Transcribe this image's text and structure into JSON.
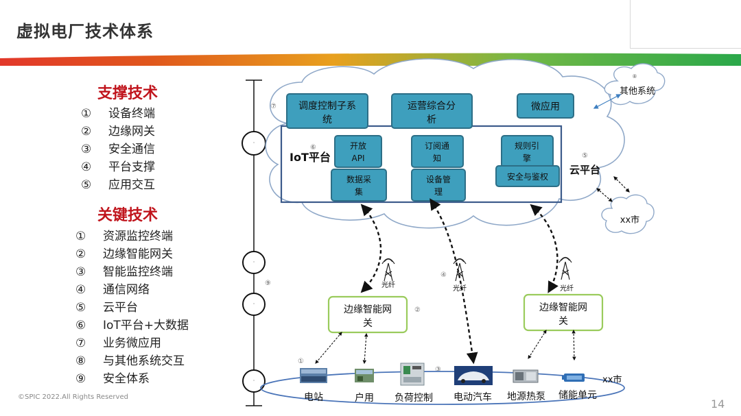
{
  "slide": {
    "title": "虚拟电厂技术体系",
    "footer": "©SPIC 2022.All Rights Reserved",
    "page_number": "14"
  },
  "support": {
    "heading": "支撑技术",
    "items": [
      {
        "num": "①",
        "label": "设备终端"
      },
      {
        "num": "②",
        "label": "边缘网关"
      },
      {
        "num": "③",
        "label": "安全通信"
      },
      {
        "num": "④",
        "label": "平台支撑"
      },
      {
        "num": "⑤",
        "label": "应用交互"
      }
    ]
  },
  "key": {
    "heading": "关键技术",
    "items": [
      {
        "num": "①",
        "label": "资源监控终端"
      },
      {
        "num": "②",
        "label": "边缘智能网关"
      },
      {
        "num": "③",
        "label": "智能监控终端"
      },
      {
        "num": "④",
        "label": "通信网络"
      },
      {
        "num": "⑤",
        "label": "云平台"
      },
      {
        "num": "⑥",
        "label": "IoT平台+大数据"
      },
      {
        "num": "⑦",
        "label": "业务微应用"
      },
      {
        "num": "⑧",
        "label": "与其他系统交互"
      },
      {
        "num": "⑨",
        "label": "安全体系"
      }
    ]
  },
  "diagram": {
    "markers": {
      "m7": "⑦",
      "m6": "⑥",
      "m5": "⑤",
      "m8": "⑧",
      "m9": "⑨",
      "m4": "④",
      "m2": "②",
      "m1": "①",
      "m3": "③"
    },
    "axis_dot": "·",
    "apps": {
      "dispatch_l1": "调度控制子系",
      "dispatch_l2": "统",
      "ops_l1": "运营综合分",
      "ops_l2": "析",
      "micro": "微应用"
    },
    "iot_label": "IoT平台",
    "cloud_label": "云平台",
    "iot": {
      "open_api_l1": "开放",
      "open_api_l2": "API",
      "subscribe_l1": "订阅通",
      "subscribe_l2": "知",
      "rules_l1": "规则引",
      "rules_l2": "擎",
      "data_l1": "数据采",
      "data_l2": "集",
      "device_l1": "设备管",
      "device_l2": "理",
      "security": "安全与鉴权"
    },
    "other_systems": "其他系统",
    "xx_city_cloud": "xx市",
    "fiber": "光纤",
    "gateway_l1": "边缘智能网",
    "gateway_l2": "关",
    "xx_city_ground": "xx市",
    "endpoints": [
      "电站",
      "户用",
      "负荷控制",
      "电动汽车",
      "地源热泵",
      "储能单元"
    ]
  },
  "colors": {
    "accent_red": "#c0141c",
    "box_teal": "#3e9fbd",
    "box_border": "#2c6e86",
    "cloud_stroke": "#8fa8c8",
    "iot_border": "#3b5a8a",
    "gateway_border": "#9acb5c",
    "ground_ring": "#4a74b8"
  }
}
